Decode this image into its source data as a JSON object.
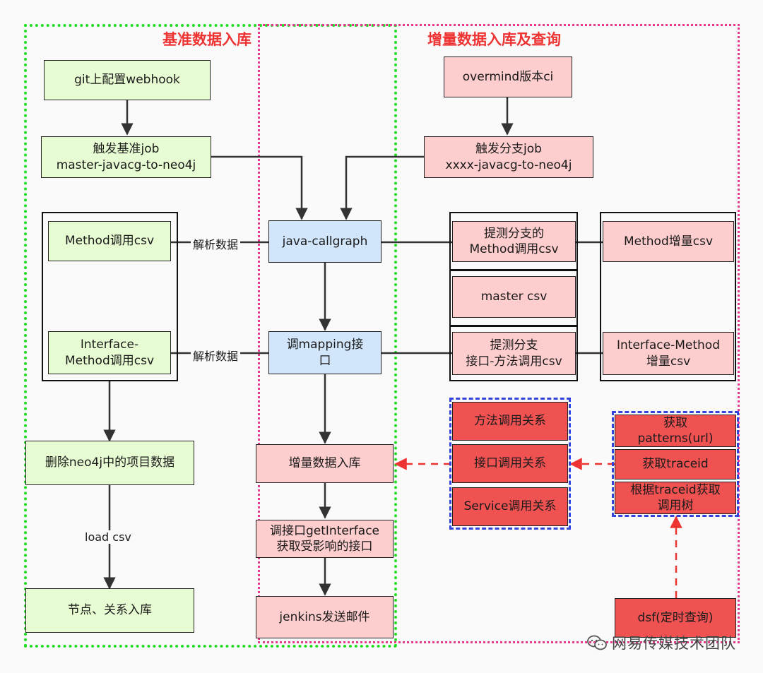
{
  "regions": {
    "baseline_title": "基准数据入库",
    "incremental_title": "增量数据入库及查询"
  },
  "nodes": {
    "git_webhook": "git上配置webhook",
    "trigger_base_job": "触发基准job\nmaster-javacg-to-neo4j",
    "method_call_csv": "Method调用csv",
    "interface_method_csv": "Interface-\nMethod调用csv",
    "delete_neo4j": "删除neo4j中的项目数据",
    "nodes_relations": "节点、关系入库",
    "overmind_ci": "overmind版本ci",
    "trigger_branch_job": "触发分支job\nxxxx-javacg-to-neo4j",
    "java_callgraph": "java-callgraph",
    "call_mapping": "调mapping接\n口",
    "incremental_import": "增量数据入库",
    "get_interface": "调接口getInterface\n获取受影响的接口",
    "jenkins_mail": "jenkins发送邮件",
    "branch_method_csv": "提测分支的\nMethod调用csv",
    "master_csv": "master csv",
    "branch_interface_csv": "提测分支\n接口-方法调用csv",
    "method_incr_csv": "Method增量csv",
    "interface_method_incr_csv": "Interface-Method\n增量csv",
    "method_relation": "方法调用关系",
    "interface_relation": "接口调用关系",
    "service_relation": "Service调用关系",
    "get_patterns": "获取\npatterns(url)",
    "get_traceid": "获取traceid",
    "traceid_tree": "根据traceid获取\n调用树",
    "dsf_query": "dsf(定时查询)"
  },
  "edge_labels": {
    "parse_data_1": "解析数据",
    "parse_data_2": "解析数据",
    "load_csv": "load csv"
  },
  "watermark": "网易传媒技术团队",
  "colors": {
    "green_fill": "#e8fcd3",
    "blue_fill": "#d2e6fb",
    "pink_fill": "#fecdcd",
    "red_fill": "#f05252",
    "red_title": "#ee3333",
    "green_border": "#22dd22",
    "pink_border": "#e6398c",
    "blue_dash": "#3344dd"
  }
}
